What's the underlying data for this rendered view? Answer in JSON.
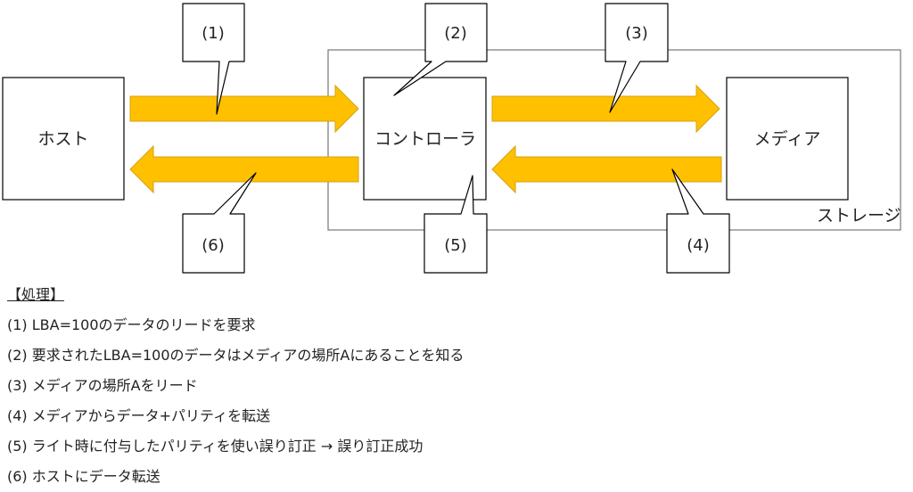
{
  "nodes": {
    "host": "ホスト",
    "controller": "コントローラ",
    "media": "メディア",
    "storage": "ストレージ"
  },
  "callouts": [
    "(1)",
    "(2)",
    "(3)",
    "(4)",
    "(5)",
    "(6)"
  ],
  "colors": {
    "arrow": "#FFC000",
    "arrow_outline": "#D4A017",
    "box_border": "#000000",
    "storage_border": "#777777"
  },
  "steps": {
    "heading": "【処理】",
    "items": [
      "(1) LBA=100のデータのリードを要求",
      "(2) 要求されたLBA=100のデータはメディアの場所Aにあることを知る",
      "(3) メディアの場所Aをリード",
      "(4) メディアからデータ+パリティを転送",
      "(5) ライト時に付与したパリティを使い誤り訂正 → 誤り訂正成功",
      "(6) ホストにデータ転送"
    ]
  }
}
